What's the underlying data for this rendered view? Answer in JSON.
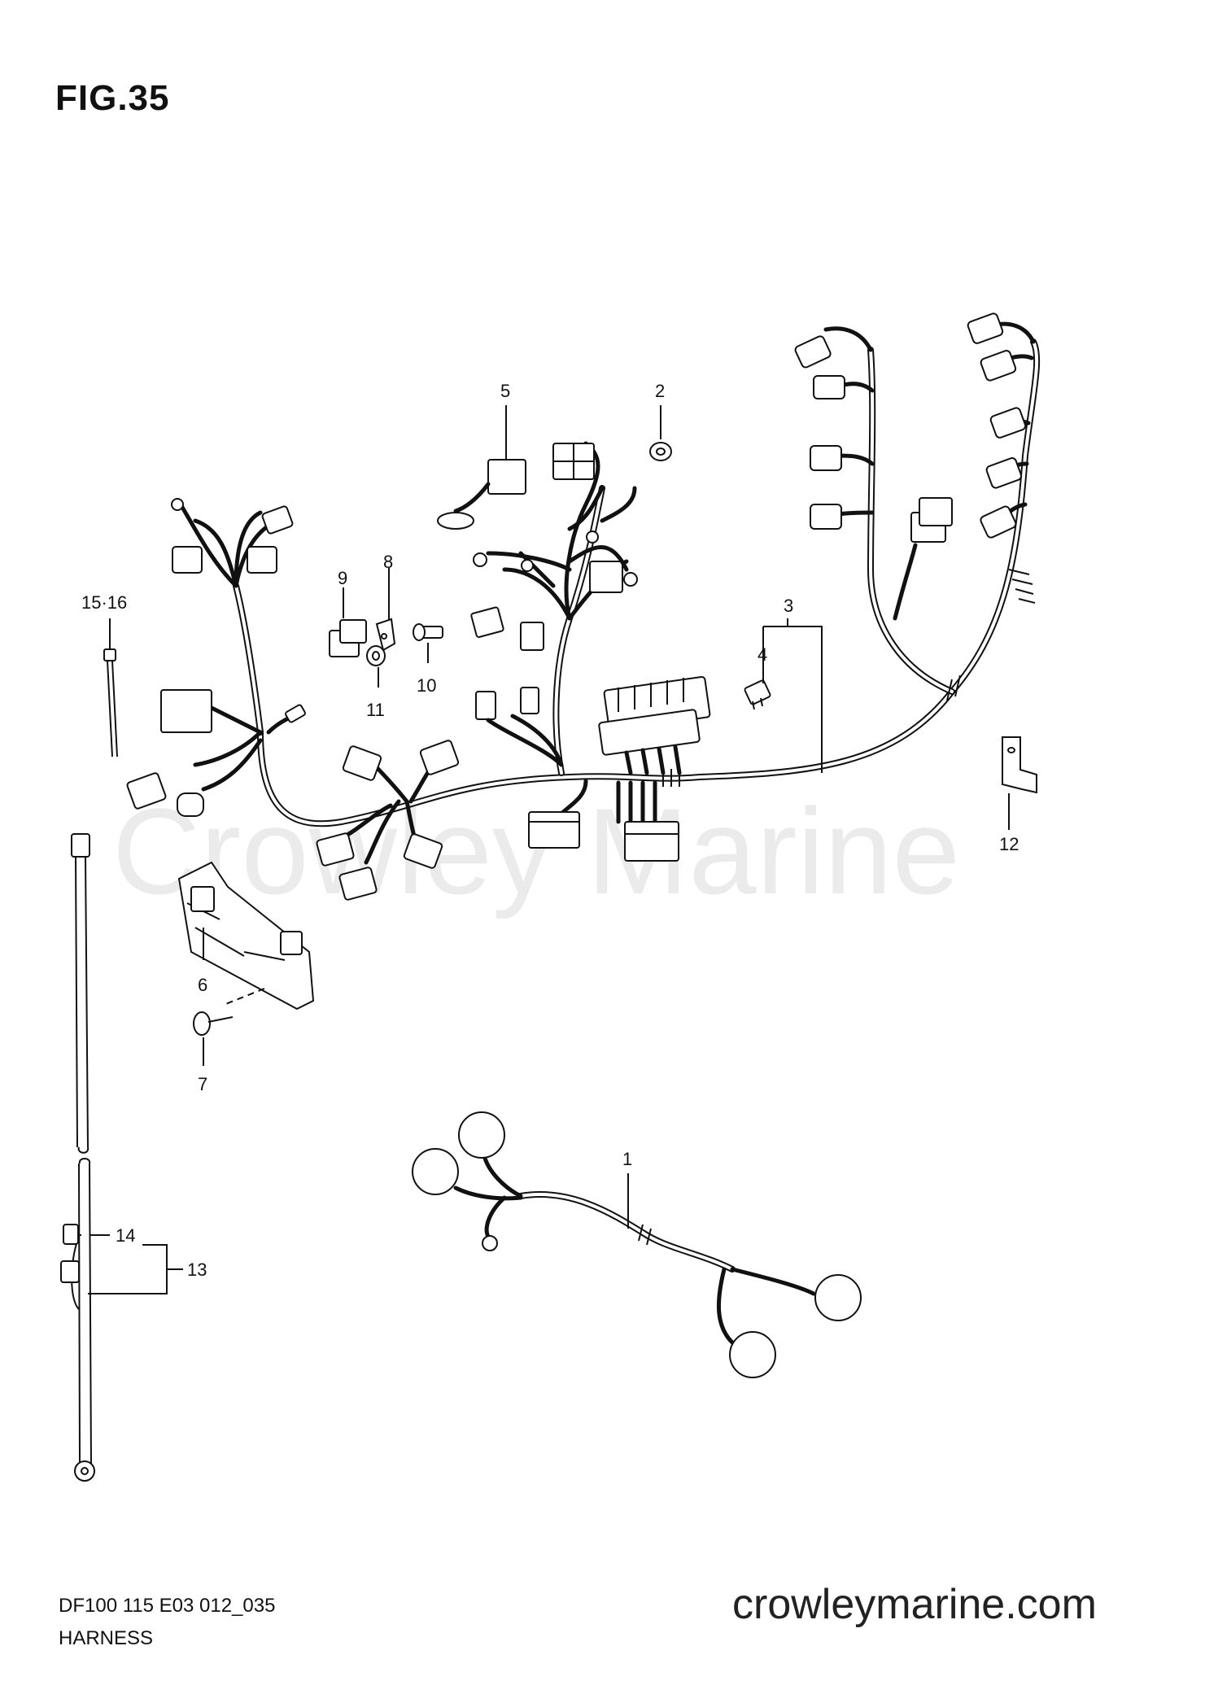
{
  "header": {
    "figure_title": "FIG.35"
  },
  "watermark": {
    "text": "Crowley Marine"
  },
  "callouts": {
    "c1": "1",
    "c2": "2",
    "c3": "3",
    "c4": "4",
    "c5": "5",
    "c6": "6",
    "c7": "7",
    "c8": "8",
    "c9": "9",
    "c10": "10",
    "c11": "11",
    "c12": "12",
    "c13": "13",
    "c14": "14",
    "c15_16": "15·16"
  },
  "footer": {
    "diagram_code": "DF100 115 E03 012_035",
    "section_name": "HARNESS",
    "website": "crowleymarine.com"
  }
}
